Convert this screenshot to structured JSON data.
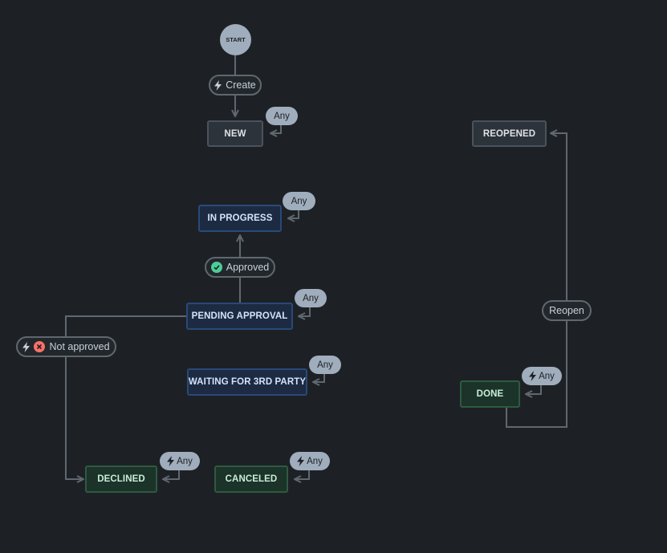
{
  "start_label": "START",
  "statuses": {
    "new": "NEW",
    "reopened": "REOPENED",
    "in_progress": "IN PROGRESS",
    "pending_approval": "PENDING APPROVAL",
    "waiting": "WAITING FOR 3RD PARTY",
    "done": "DONE",
    "declined": "DECLINED",
    "canceled": "CANCELED"
  },
  "transitions": {
    "create": "Create",
    "approved": "Approved",
    "not_approved": "Not approved",
    "reopen": "Reopen"
  },
  "any_label": "Any",
  "colors": {
    "background": "#1d2125",
    "todo": "#2c333a",
    "in_progress": "#1c2b42",
    "done": "#1c3329",
    "connector": "#5f6770",
    "any_badge": "#9fadbc",
    "approved_icon": "#4bce97",
    "not_approved_icon": "#f87168"
  },
  "icons": [
    "bolt-icon",
    "check-circle-icon",
    "x-circle-icon",
    "return-arrow-icon",
    "arrow-head-icon"
  ]
}
